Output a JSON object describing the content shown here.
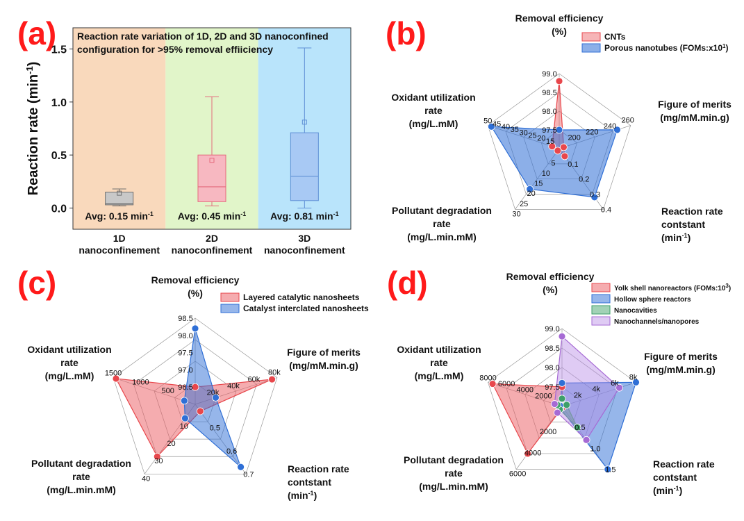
{
  "chart_data": [
    {
      "panel": "(a)",
      "type": "box",
      "title": "Reaction rate variation of 1D, 2D and 3D nanoconfined configuration for >95% removal effiiciency",
      "title_lines": [
        "Reaction rate variation of 1D, 2D and 3D nanoconfined",
        "configuration for >95% removal effiiciency"
      ],
      "ylabel": "Reaction rate (min",
      "ylabel_sup": "-1",
      "ylabel_end": ")",
      "ylim": [
        -0.2,
        1.7
      ],
      "yticks": [
        "0.0",
        "0.5",
        "1.0",
        "1.5"
      ],
      "ytick_values": [
        0.0,
        0.5,
        1.0,
        1.5
      ],
      "categories": [
        {
          "line1": "1D",
          "line2": "nanoconfinement",
          "avg_label": "Avg: 0.15 min",
          "avg_sup": "-1",
          "min": 0.02,
          "q1": 0.03,
          "median": 0.04,
          "q3": 0.15,
          "max": 0.18,
          "mean": 0.14,
          "bg": "#f9d9bc",
          "fill": "#c8c8c8",
          "stroke": "#6e6e6e"
        },
        {
          "line1": "2D",
          "line2": "nanoconfinement",
          "avg_label": "Avg: 0.45 min",
          "avg_sup": "-1",
          "min": 0.02,
          "q1": 0.06,
          "median": 0.2,
          "q3": 0.5,
          "max": 1.05,
          "mean": 0.45,
          "bg": "#e1f5c9",
          "fill": "#f7b8c1",
          "stroke": "#e46a7c"
        },
        {
          "line1": "3D",
          "line2": "nanoconfinement",
          "avg_label": "Avg: 0.81 min",
          "avg_sup": "-1",
          "min": 0.0,
          "q1": 0.07,
          "median": 0.3,
          "q3": 0.71,
          "max": 1.51,
          "mean": 0.81,
          "bg": "#b9e4fb",
          "fill": "#a8c9f4",
          "stroke": "#5f90d6"
        }
      ]
    },
    {
      "panel": "(b)",
      "type": "radar",
      "axes": [
        {
          "l1": "Removal efficiency",
          "l2": "(%)",
          "sup": "",
          "ticks": [
            "97.5",
            "98.0",
            "98.5",
            "99.0"
          ],
          "range": [
            97.0,
            99.0
          ]
        },
        {
          "l1": "Figure of merits",
          "l2": "(mg/mM.min.g)",
          "sup": "",
          "ticks": [
            "200",
            "220",
            "240",
            "260"
          ],
          "range": [
            180,
            260
          ]
        },
        {
          "l1": "Reaction rate",
          "l2": "contstant",
          "l3": "(min",
          "sup": "-1",
          "ticks": [
            "0.1",
            "0.2",
            "0.3",
            "0.4"
          ],
          "range": [
            0,
            0.4
          ]
        },
        {
          "l1": "Pollutant degradation",
          "l2": "rate",
          "l3": "(mg/L.min.mM)",
          "sup": "",
          "ticks": [
            "5",
            "10",
            "15",
            "20",
            "25",
            "30"
          ],
          "range": [
            0,
            30
          ]
        },
        {
          "l1": "Oxidant utilization",
          "l2": "rate",
          "l3": "(mg/L.mM)",
          "sup": "",
          "ticks": [
            "15",
            "20",
            "25",
            "30",
            "35",
            "40",
            "45",
            "50"
          ],
          "range": [
            10,
            50
          ]
        }
      ],
      "legend": [
        {
          "name": "CNTs",
          "sup": ""
        },
        {
          "name": "Porous nanotubes (FOMs:x10",
          "sup": "1",
          "end": ")"
        }
      ],
      "series": [
        {
          "name": "CNTs",
          "values": [
            98.8,
            185,
            0.05,
            1,
            14
          ],
          "color": "#e8474c",
          "fill": "rgba(235,90,95,0.45)"
        },
        {
          "name": "Porous nanotubes (FOMs:x10)",
          "values": [
            97.5,
            245,
            0.32,
            20,
            48
          ],
          "color": "#2f6fd6",
          "fill": "rgba(45,110,214,0.55)"
        }
      ]
    },
    {
      "panel": "(c)",
      "type": "radar",
      "axes": [
        {
          "l1": "Removal efficiency",
          "l2": "(%)",
          "sup": "",
          "ticks": [
            "96.5",
            "97.0",
            "97.5",
            "98.0",
            "98.5"
          ],
          "range": [
            96.0,
            98.5
          ]
        },
        {
          "l1": "Figure of merits",
          "l2": "(mg/mM.min.g)",
          "sup": "",
          "ticks": [
            "20k",
            "40k",
            "60k",
            "80k"
          ],
          "range": [
            0,
            80000
          ]
        },
        {
          "l1": "Reaction rate",
          "l2": "contstant",
          "l3": "(min",
          "sup": "-1",
          "ticks": [
            "0.5",
            "0.6",
            "0.7"
          ],
          "range": [
            0.4,
            0.7
          ]
        },
        {
          "l1": "Pollutant degradation",
          "l2": "rate",
          "l3": "(mg/L.min.mM)",
          "sup": "",
          "ticks": [
            "10",
            "20",
            "30",
            "40"
          ],
          "range": [
            0,
            40
          ]
        },
        {
          "l1": "Oxidant utilization",
          "l2": "rate",
          "l3": "(mg/L.mM)",
          "sup": "",
          "ticks": [
            "500",
            "1000",
            "1500"
          ],
          "range": [
            0,
            1500
          ]
        }
      ],
      "legend": [
        {
          "name": "Layered catalytic nanosheets",
          "sup": ""
        },
        {
          "name": "Catalyst interclated nanosheets",
          "sup": ""
        }
      ],
      "series": [
        {
          "name": "Layered catalytic nanosheets",
          "values": [
            96.5,
            75000,
            0.43,
            30,
            1450
          ],
          "color": "#e8474c",
          "fill": "rgba(235,90,95,0.5)"
        },
        {
          "name": "Catalyst interclated nanosheets",
          "values": [
            98.2,
            20000,
            0.67,
            8,
            200
          ],
          "color": "#2f6fd6",
          "fill": "rgba(45,110,214,0.5)"
        }
      ]
    },
    {
      "panel": "(d)",
      "type": "radar",
      "axes": [
        {
          "l1": "Removal efficiency",
          "l2": "(%)",
          "sup": "",
          "ticks": [
            "97.5",
            "98.0",
            "98.5",
            "99.0"
          ],
          "range": [
            97.0,
            99.0
          ]
        },
        {
          "l1": "Figure of merits",
          "l2": "(mg/mM.min.g)",
          "sup": "",
          "ticks": [
            "2k",
            "4k",
            "6k",
            "8k"
          ],
          "range": [
            0,
            8000
          ]
        },
        {
          "l1": "Reaction rate",
          "l2": "contstant",
          "l3": "(min",
          "sup": "-1",
          "ticks": [
            "0.5",
            "1.0",
            "1.5"
          ],
          "range": [
            0,
            1.5
          ]
        },
        {
          "l1": "Pollutant degradation",
          "l2": "rate",
          "l3": "(mg/L.min.mM)",
          "sup": "",
          "ticks": [
            "2000",
            "4000",
            "6000"
          ],
          "range": [
            0,
            6000
          ]
        },
        {
          "l1": "Oxidant utilization",
          "l2": "rate",
          "l3": "(mg/L.mM)",
          "sup": "",
          "ticks": [
            "2000",
            "4000",
            "6000",
            "8000"
          ],
          "range": [
            0,
            8000
          ]
        }
      ],
      "legend": [
        {
          "name": "Yolk shell nanoreactors (FOMs:10",
          "sup": "3",
          "end": ")"
        },
        {
          "name": "Hollow sphere reactors",
          "sup": ""
        },
        {
          "name": "Nanocavities",
          "sup": ""
        },
        {
          "name": "Nanochannels/nanopores",
          "sup": ""
        }
      ],
      "series": [
        {
          "name": "Yolk shell nanoreactors (FOMs:10)",
          "values": [
            97.5,
            100,
            0.02,
            4500,
            7500
          ],
          "color": "#e8474c",
          "fill": "rgba(235,90,95,0.5)"
        },
        {
          "name": "Hollow sphere reactors",
          "values": [
            97.6,
            8000,
            1.5,
            200,
            200
          ],
          "color": "#2f6fd6",
          "fill": "rgba(45,110,214,0.5)"
        },
        {
          "name": "Nanocavities",
          "values": [
            97.2,
            500,
            0.5,
            300,
            500
          ],
          "color": "#3e9f6a",
          "fill": "rgba(70,165,110,0.5)"
        },
        {
          "name": "Nanochannels/nanopores",
          "values": [
            98.8,
            6200,
            0.8,
            600,
            800
          ],
          "color": "#a66ad4",
          "fill": "rgba(185,140,230,0.45)"
        }
      ]
    }
  ]
}
